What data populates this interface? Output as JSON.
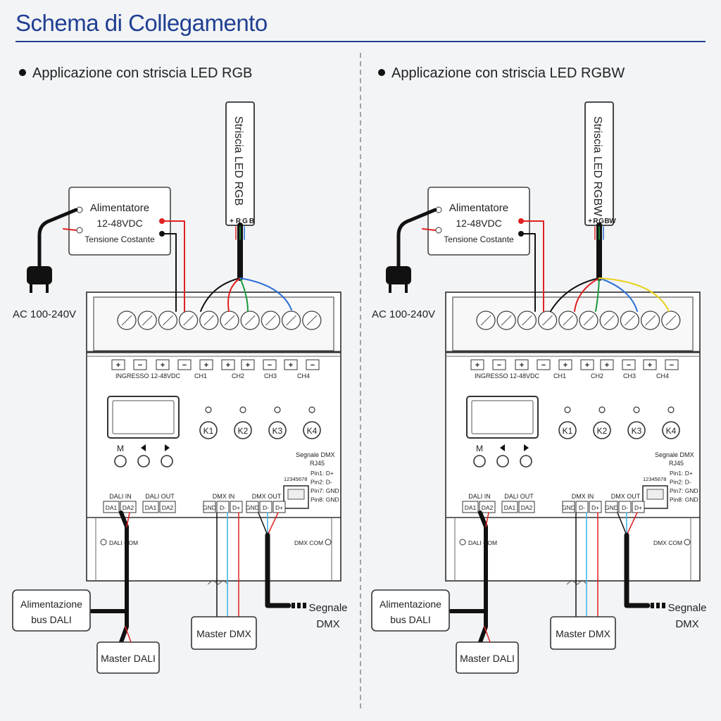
{
  "title": "Schema di Collegamento",
  "panels": [
    {
      "heading": "Applicazione con striscia LED RGB",
      "strip_label": "Striscia LED RGB",
      "strip_pins": [
        "+",
        "R",
        "G",
        "B"
      ]
    },
    {
      "heading": "Applicazione con striscia LED RGBW",
      "strip_label": "Striscia LED RGBW",
      "strip_pins": [
        "+",
        "R",
        "G",
        "B",
        "W"
      ]
    }
  ],
  "psu": {
    "line1": "Alimentatore",
    "line2": "12-48VDC",
    "line3": "Tensione Costante"
  },
  "ac_label": "AC 100-240V",
  "terminal_signs": [
    "+",
    "−",
    "+",
    "−",
    "+",
    "+",
    "+",
    "−",
    "+",
    "−"
  ],
  "terminal_labels": {
    "input": "INGRESSO 12-48VDC",
    "ch1": "CH1",
    "ch2": "CH2",
    "ch3": "CH3",
    "ch4": "CH4"
  },
  "keys": [
    "K1",
    "K2",
    "K3",
    "K4"
  ],
  "menu_button": "M",
  "dmx_info": {
    "title": "Segnale DMX",
    "rj45": "RJ45",
    "pins": [
      "Pin1: D+",
      "Pin2: D-",
      "Pin7: GND",
      "Pin8: GND"
    ],
    "jack_numbers": "12345678"
  },
  "dali_in": {
    "label": "DALI IN",
    "terminals": [
      "DA1",
      "DA2"
    ]
  },
  "dali_out": {
    "label": "DALI OUT",
    "terminals": [
      "DA1",
      "DA2"
    ]
  },
  "dmx_in": {
    "label": "DMX IN",
    "terminals": [
      "GND",
      "D-",
      "D+"
    ]
  },
  "dmx_out": {
    "label": "DMX OUT",
    "terminals": [
      "GND",
      "D-",
      "D+"
    ]
  },
  "dali_com": "DALI COM",
  "dmx_com": "DMX COM",
  "ext": {
    "dali_supply": [
      "Alimentazione",
      "bus DALI"
    ],
    "master_dali": "Master DALI",
    "master_dmx": "Master DMX",
    "dmx_signal": [
      "Segnale",
      "DMX"
    ]
  },
  "colors": {
    "title_blue": "#1f3f92",
    "wire_red": "#e02020",
    "wire_green": "#1a9a3a",
    "wire_blue": "#2a6fd8",
    "wire_yellow": "#e8d21a",
    "wire_cyan": "#3ab4e6",
    "wire_black": "#111111"
  }
}
